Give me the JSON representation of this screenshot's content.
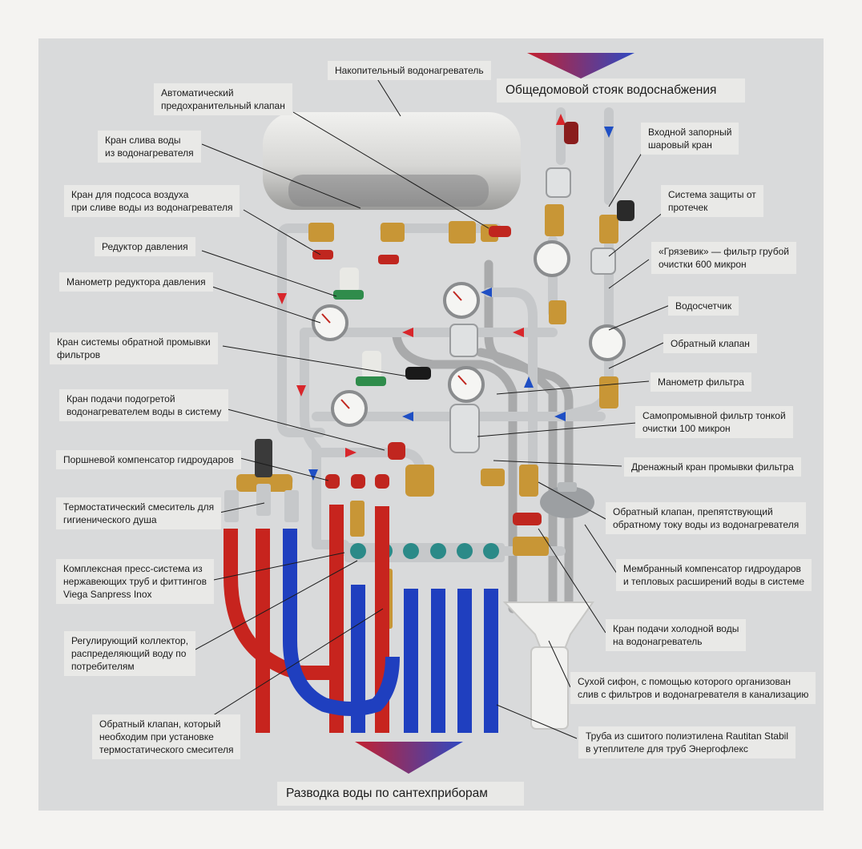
{
  "diagram": {
    "title_top": "Общедомовой стояк водоснабжения",
    "title_bottom": "Разводка воды по сантехприборам",
    "colors": {
      "hot": "#d8262b",
      "cold": "#1f4fc4",
      "arrow_hot": "#c4202f",
      "arrow_cold": "#2f49c2",
      "steel": "#c9cbcd",
      "brass": "#c89636",
      "insulation_red": "#c7241e",
      "insulation_blue": "#1f3fbf",
      "pex": "#b3b3b3"
    },
    "labels": {
      "water_heater": "Накопительный водонагреватель",
      "safety_valve": "Автоматический\nпредохранительный клапан",
      "drain_tap": "Кран слива воды\nиз водонагревателя",
      "air_tap": "Кран для подсоса воздуха\nпри сливе воды из водонагревателя",
      "pressure_reducer": "Редуктор давления",
      "reducer_gauge": "Манометр редуктора давления",
      "backwash_tap": "Кран системы обратной промывки\nфильтров",
      "heated_supply_tap": "Кран подачи подогретой\nводонагревателем воды в систему",
      "piston_compensator": "Поршневой компенсатор гидроударов",
      "thermo_mixer": "Термостатический смеситель для\nгигиенического душа",
      "press_system": "Комплексная пресс-система из\nнержавеющих труб и фиттингов\nViega Sanpress Inox",
      "manifold": "Регулирующий коллектор,\nраспределяющий воду по\nпотребителям",
      "mixer_check_valve": "Обратный клапан, который\nнеобходим при установке\nтермостатического смесителя",
      "inlet_ball_valve": "Входной запорный\nшаровый кран",
      "leak_protection": "Система защиты от\nпротечек",
      "coarse_filter": "«Грязевик» — фильтр грубой\nочистки 600 микрон",
      "water_meter": "Водосчетчик",
      "check_valve": "Обратный клапан",
      "filter_gauge": "Манометр фильтра",
      "fine_filter": "Самопромывной фильтр тонкой\nочистки 100 микрон",
      "drain_flush_tap": "Дренажный кран промывки фильтра",
      "heater_check_valve": "Обратный клапан, препятствующий\nобратному току воды из водонагревателя",
      "membrane_compensator": "Мембранный компенсатор гидроударов\nи тепловых расширений воды в системе",
      "cold_supply_tap": "Кран подачи холодной воды\nна водонагреватель",
      "dry_siphon": "Сухой сифон, с помощью которого организован\nслив с фильтров и водонагревателя в канализацию",
      "pex_pipe": "Труба из сшитого полиэтилена Rautitan Stabil\nв утеплителе для труб Энергофлекс"
    }
  }
}
